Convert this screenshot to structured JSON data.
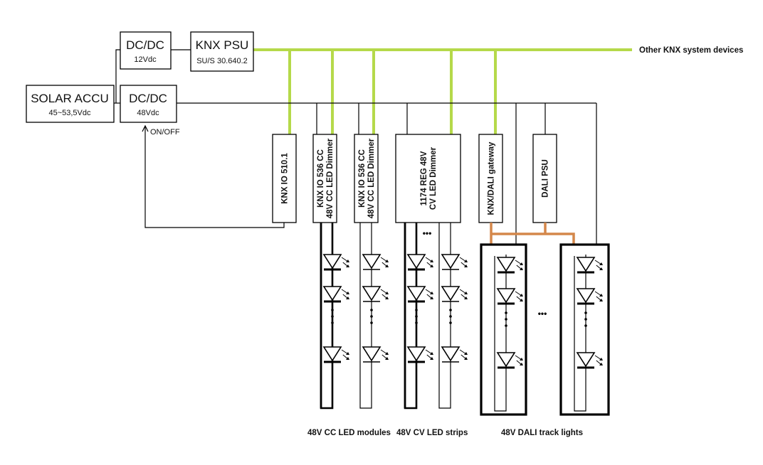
{
  "colors": {
    "knx_bus": "#b5d94a",
    "dali_bus": "#d4874a",
    "power_wire": "#000000"
  },
  "blocks": {
    "solar_accu": {
      "title": "SOLAR ACCU",
      "subtitle": "45~53,5Vdc"
    },
    "dcdc_12": {
      "title": "DC/DC",
      "subtitle": "12Vdc"
    },
    "dcdc_48": {
      "title": "DC/DC",
      "subtitle": "48Vdc"
    },
    "knx_psu": {
      "title": "KNX PSU",
      "subtitle": "SU/S 30.640.2"
    },
    "on_off_label": "ON/OFF",
    "knx_bus_label": "Other KNX system devices"
  },
  "devices": [
    {
      "id": "knx-io-510",
      "lines": [
        "KNX IO 510.1"
      ]
    },
    {
      "id": "knx-io-536-a",
      "lines": [
        "KNX IO 536 CC",
        "48V CC LED Dimmer"
      ]
    },
    {
      "id": "knx-io-536-b",
      "lines": [
        "KNX IO 536 CC",
        "48V CC LED Dimmer"
      ]
    },
    {
      "id": "reg-1174",
      "lines": [
        "1174 REG 48V",
        "CV LED Dimmer"
      ]
    },
    {
      "id": "knx-dali-gateway",
      "lines": [
        "KNX/DALI gateway"
      ]
    },
    {
      "id": "dali-psu",
      "lines": [
        "DALI PSU"
      ]
    }
  ],
  "group_labels": {
    "cc_modules": "48V CC LED modules",
    "cv_strips": "48V CV LED strips",
    "dali_tracks": "48V DALI track lights"
  },
  "ellipsis": "•••"
}
